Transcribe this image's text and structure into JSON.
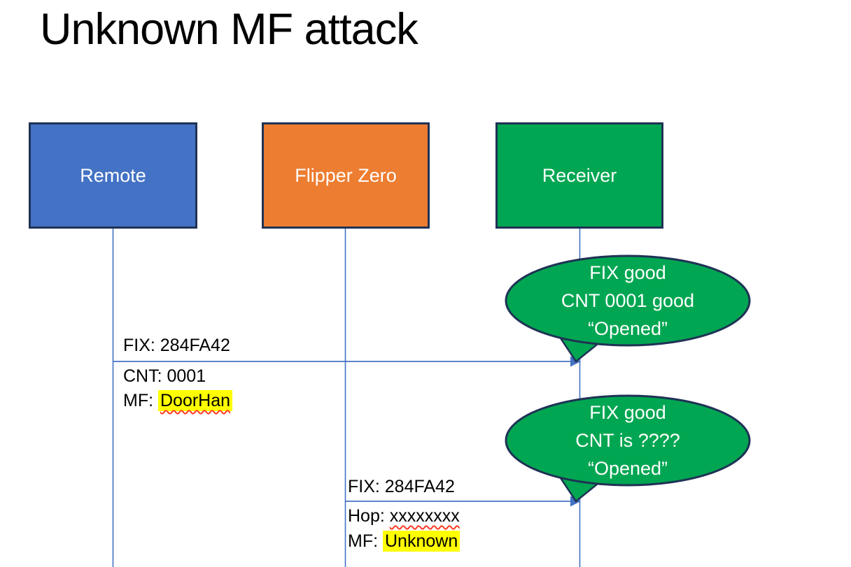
{
  "title": "Unknown MF attack",
  "colors": {
    "actor_blue": "#4472C4",
    "actor_orange": "#ED7D31",
    "actor_green": "#00A651",
    "shape_border_navy": "#1F3255",
    "lifeline_blue": "#4472C4",
    "highlight_yellow": "#FFFF00",
    "squiggle_red": "#FF3B21"
  },
  "actors": [
    {
      "label": "Remote"
    },
    {
      "label": "Flipper Zero"
    },
    {
      "label": "Receiver"
    }
  ],
  "messages": [
    {
      "from": "Remote",
      "to": "Receiver",
      "fix": "FIX: 284FA42",
      "cnt": "CNT: 0001",
      "mf_prefix": "MF: ",
      "mf_value": "DoorHan"
    },
    {
      "from": "Flipper Zero",
      "to": "Receiver",
      "fix": "FIX: 284FA42",
      "hop_prefix": "Hop: ",
      "hop_value": "xxxxxxxx",
      "mf_prefix": "MF: ",
      "mf_value": "Unknown"
    }
  ],
  "bubbles": [
    {
      "line1": "FIX good",
      "line2": "CNT 0001 good",
      "line3": "“Opened”"
    },
    {
      "line1": "FIX good",
      "line2": "CNT is ????",
      "line3": "“Opened”"
    }
  ]
}
